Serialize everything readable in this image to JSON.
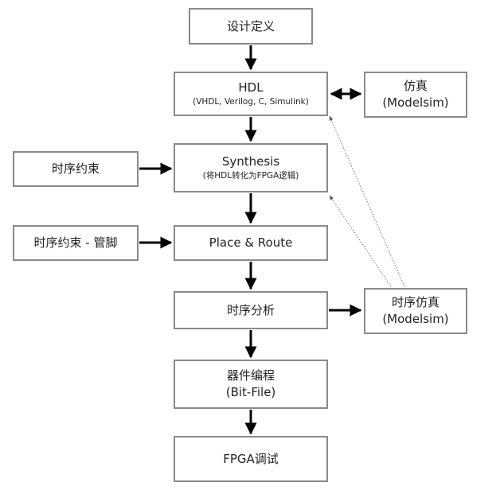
{
  "nodes": {
    "define": {
      "main": "设计定义"
    },
    "hdl": {
      "main": "HDL",
      "sub": "(VHDL, Verilog, C, Simulink)"
    },
    "sim": {
      "main": "仿真",
      "sub": "(Modelsim)"
    },
    "timing": {
      "main": "时序约束"
    },
    "synth": {
      "main": "Synthesis",
      "sub": "(将HDL转化为FPGA逻辑)"
    },
    "pin": {
      "main": "时序约束 - 管脚"
    },
    "pr": {
      "main": "Place & Route"
    },
    "ta": {
      "main": "时序分析"
    },
    "tsim": {
      "main": "时序仿真",
      "sub": "(Modelsim)"
    },
    "bit": {
      "main": "器件编程",
      "sub": "(Bit-File)"
    },
    "debug": {
      "main": "FPGA调试"
    }
  },
  "colors": {
    "border": "#8a8a8a",
    "arrow": "#000000",
    "dotted": "#777777",
    "text": "#222222"
  }
}
